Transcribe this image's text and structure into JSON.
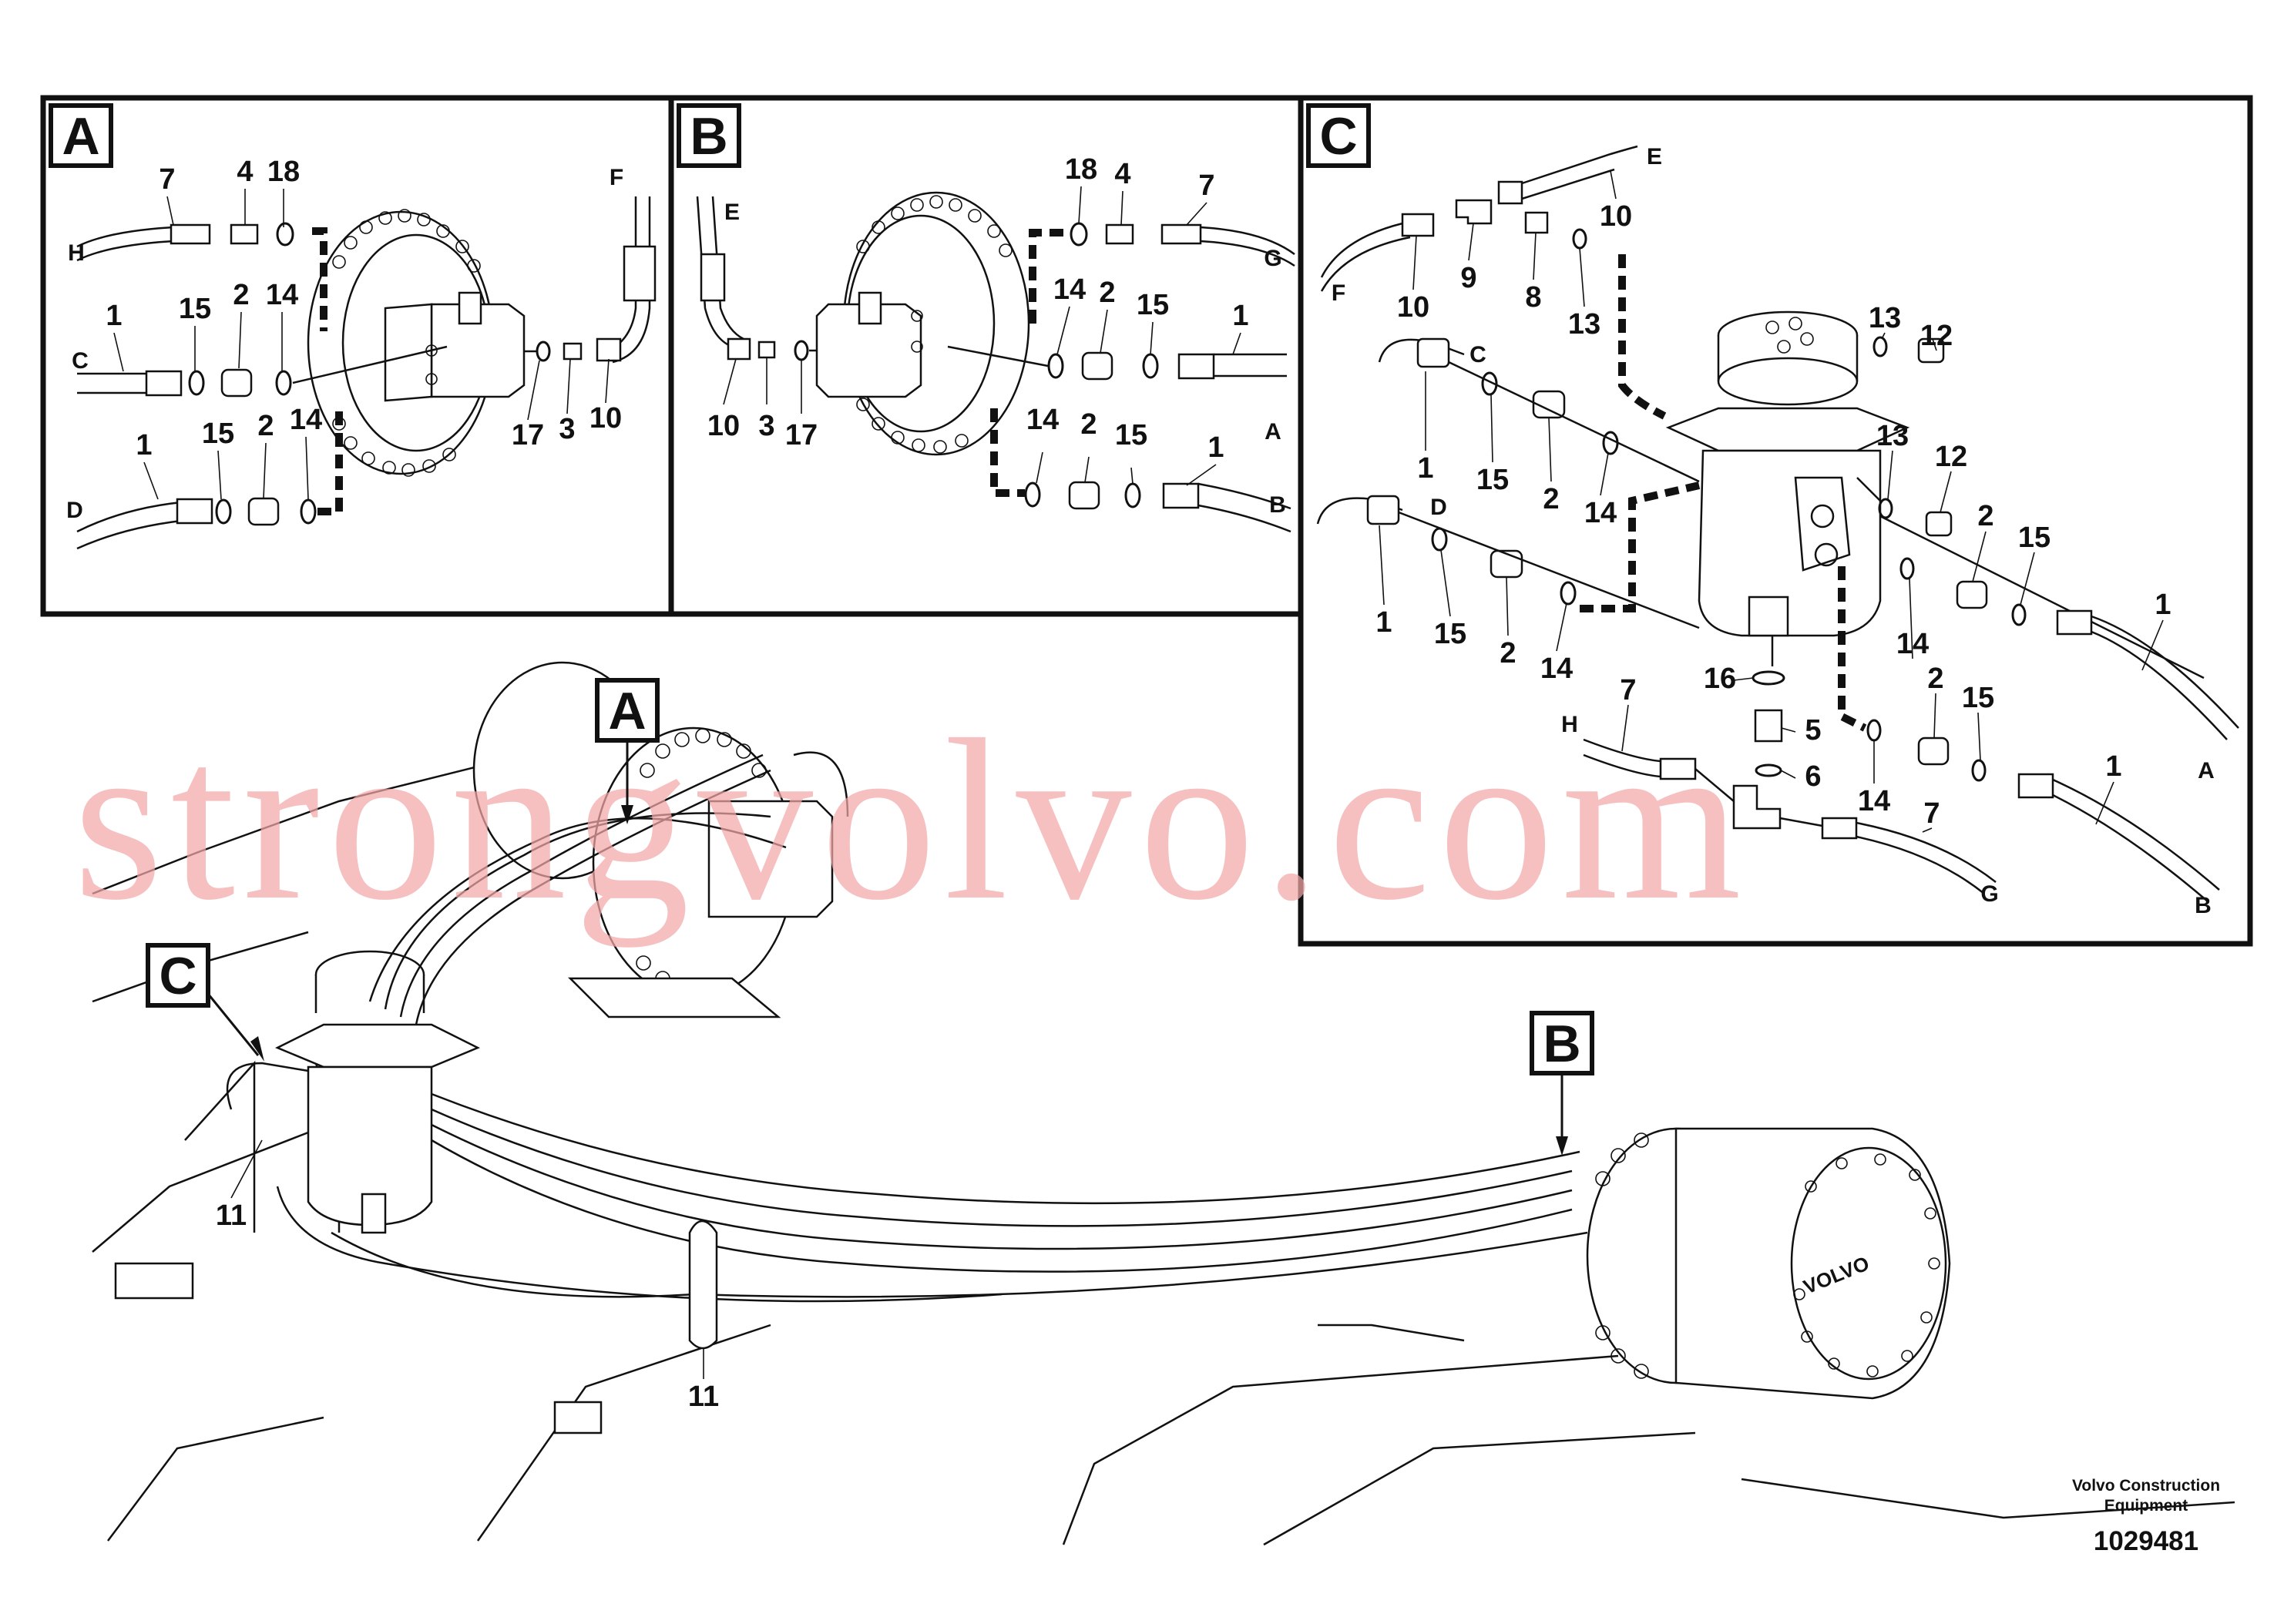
{
  "panels": [
    {
      "id": "A",
      "label": "A"
    },
    {
      "id": "B",
      "label": "B"
    },
    {
      "id": "C",
      "label": "C"
    }
  ],
  "callouts": {
    "A": {
      "parts": [
        "7",
        "4",
        "18",
        "1",
        "15",
        "2",
        "14",
        "1",
        "15",
        "2",
        "14",
        "17",
        "3",
        "10"
      ],
      "hoses": [
        "H",
        "C",
        "D",
        "F"
      ]
    },
    "B": {
      "parts": [
        "18",
        "4",
        "7",
        "14",
        "2",
        "15",
        "1",
        "10",
        "3",
        "17",
        "14",
        "2",
        "15",
        "1"
      ],
      "hoses": [
        "E",
        "G",
        "A",
        "B"
      ]
    },
    "C": {
      "parts": [
        "10",
        "9",
        "8",
        "13",
        "10",
        "13",
        "12",
        "13",
        "12",
        "1",
        "15",
        "2",
        "14",
        "1",
        "15",
        "2",
        "14",
        "2",
        "15",
        "1",
        "14",
        "16",
        "5",
        "6",
        "7",
        "7",
        "2",
        "15",
        "1",
        "14"
      ],
      "hoses": [
        "E",
        "F",
        "C",
        "D",
        "H",
        "G",
        "A",
        "B"
      ]
    }
  },
  "overview": {
    "pointer_labels": [
      "A",
      "C",
      "B"
    ],
    "part_labels": [
      "11",
      "11"
    ]
  },
  "watermark": "strongvolvo.com",
  "footer": {
    "company_line1": "Volvo Construction",
    "company_line2": "Equipment",
    "drawing_number": "1029481"
  },
  "logo_text": "VOLVO"
}
